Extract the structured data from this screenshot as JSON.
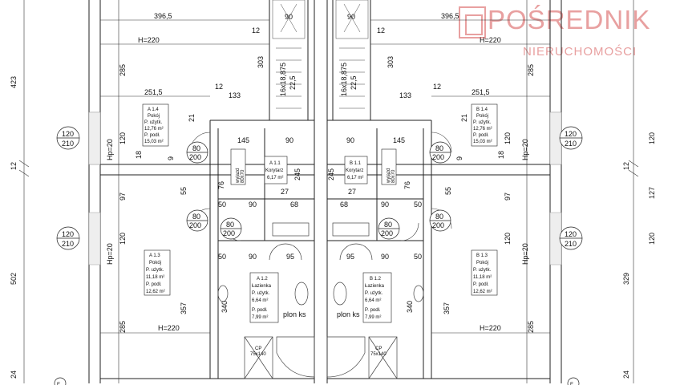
{
  "watermark": {
    "line1": "POŚREDNIK",
    "line2": "NIERUCHOMOŚCI"
  },
  "dims": {
    "d396_5": "396,5",
    "d90": "90",
    "d12": "12",
    "dH220": "H=220",
    "d285": "285",
    "d303": "303",
    "d423": "423",
    "d251_5": "251,5",
    "d133": "133",
    "d21": "21",
    "d145": "145",
    "d120": "120",
    "d210": "210",
    "d80": "80",
    "d200": "200",
    "d18": "18",
    "d9": "9",
    "d76": "76",
    "d245": "245",
    "d55": "55",
    "d27": "27",
    "d50": "50",
    "d68": "68",
    "d97": "97",
    "d95": "95",
    "d357": "357",
    "d340": "340",
    "d502": "502",
    "d24": "24",
    "d127": "127",
    "d329": "329",
    "hp20": "Hp=20",
    "stair": "16x18,875",
    "stair2": "22,5",
    "wyjazd": "wyjazd",
    "dzwi": "80x70",
    "plon": "plon ks",
    "cp": "CP",
    "cpdim": "75x140",
    "axisE": "E"
  },
  "rooms": {
    "a14": {
      "id": "A 1.4",
      "name": "Pokój",
      "pu": "P. użytk.",
      "pu_v": "12,76 m²",
      "pp": "P. podł.",
      "pp_v": "15,03 m²"
    },
    "a13": {
      "id": "A 1.3",
      "name": "Pokój",
      "pu": "P. użytk.",
      "pu_v": "11,18 m²",
      "pp": "P. podł.",
      "pp_v": "12,62 m²"
    },
    "a11": {
      "id": "A 1.1",
      "name": "Korytarz",
      "pu": "6,17 m²"
    },
    "a12": {
      "id": "A 1.2",
      "name": "Łazienka",
      "pu": "P. użytk.",
      "pu_v": "6,64 m²",
      "pp": "P. podł.",
      "pp_v": "7,99 m²"
    },
    "b14": {
      "id": "B 1.4",
      "name": "Pokój",
      "pu": "P. użytk.",
      "pu_v": "12,76 m²",
      "pp": "P. podł.",
      "pp_v": "15,03 m²"
    },
    "b13": {
      "id": "B 1.3",
      "name": "Pokój",
      "pu": "P. użytk.",
      "pu_v": "11,18 m²",
      "pp": "P. podł.",
      "pp_v": "12,62 m²"
    },
    "b11": {
      "id": "B 1.1",
      "name": "Korytarz",
      "pu": "6,17 m²"
    },
    "b12": {
      "id": "B 1.2",
      "name": "Łazienka",
      "pu": "P. użytk.",
      "pu_v": "6,64 m²",
      "pp": "P. podł.",
      "pp_v": "7,99 m²"
    }
  }
}
